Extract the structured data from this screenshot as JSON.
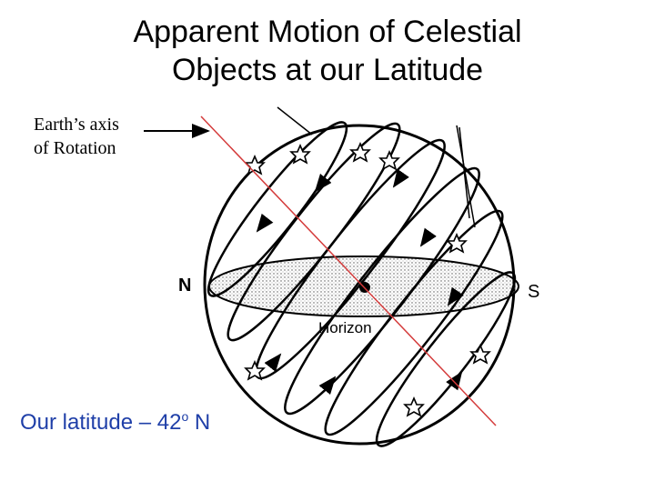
{
  "title_line1": "Apparent Motion of Celestial",
  "title_line2": "Objects at our Latitude",
  "axis_label_line1": "Earth’s axis",
  "axis_label_line2": "of Rotation",
  "north": "N",
  "south": "S",
  "horizon": "Horizon",
  "latitude_text": "Our latitude – 42",
  "latitude_degree": "o",
  "latitude_suffix": " N",
  "colors": {
    "axis_line": "#d43b3b",
    "latitude_text": "#1f3fa8"
  }
}
